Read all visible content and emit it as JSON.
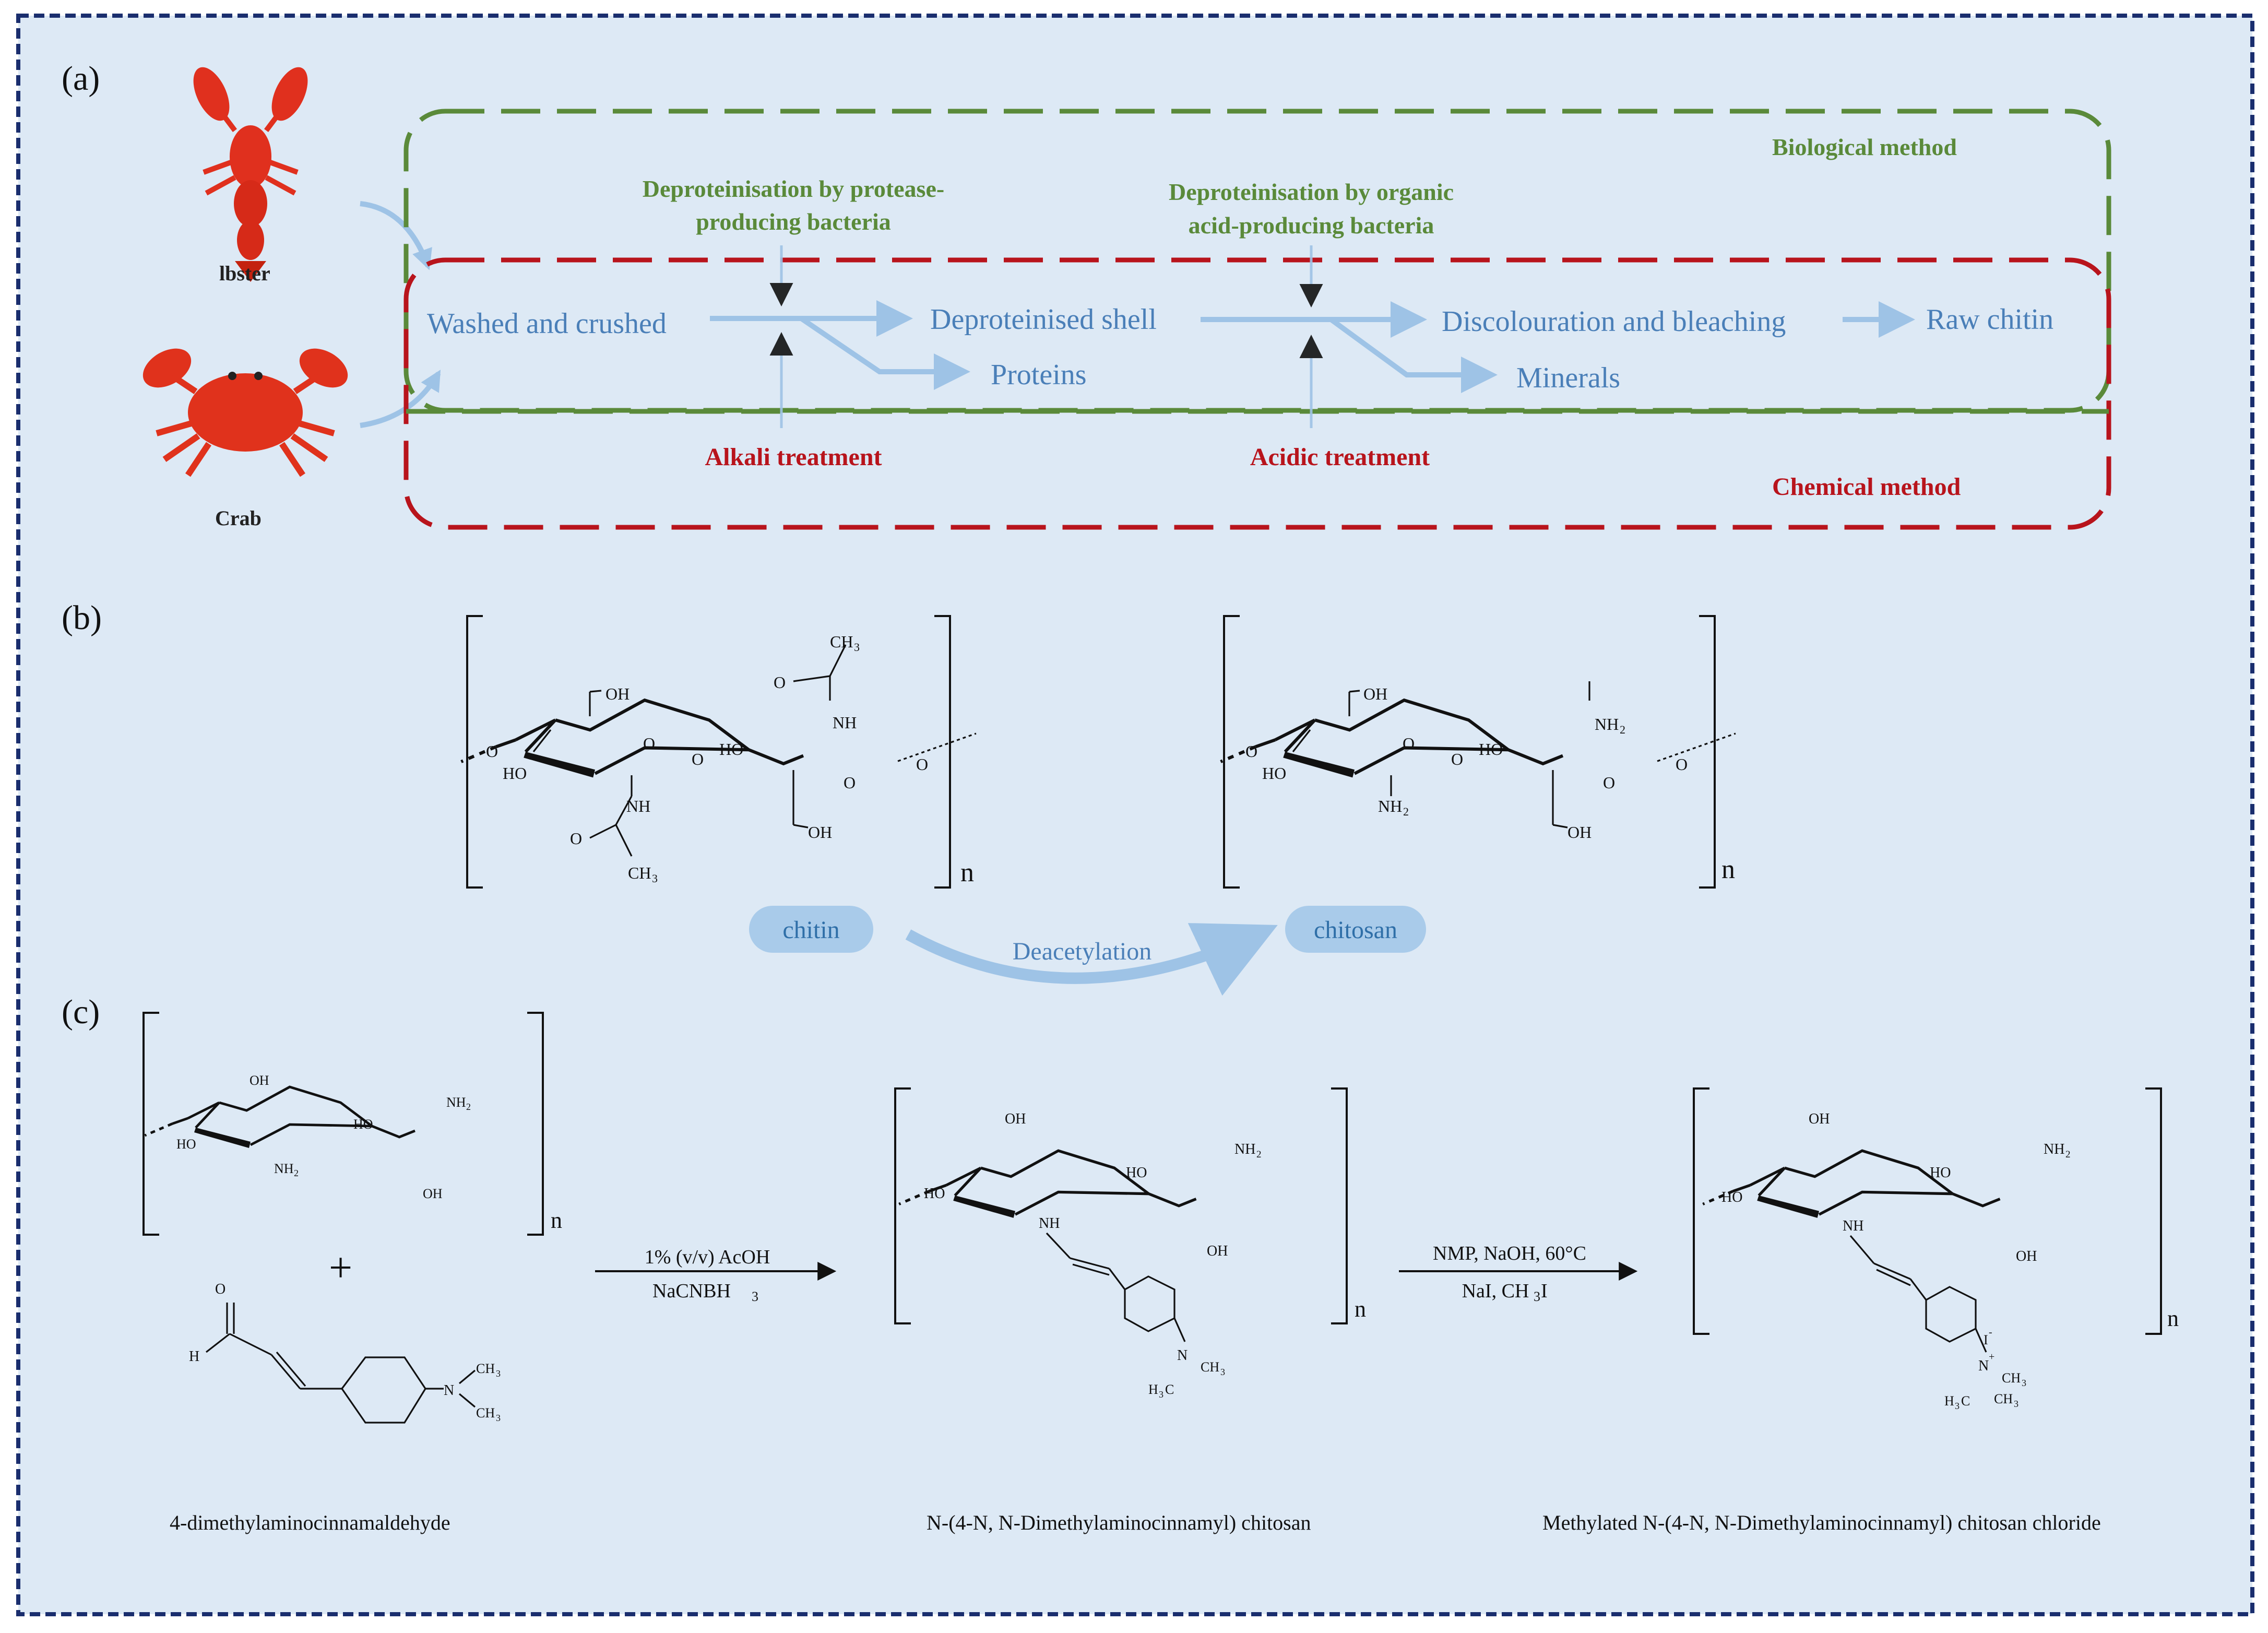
{
  "panel_labels": {
    "a": "(a)",
    "b": "(b)",
    "c": "(c)"
  },
  "animals": {
    "lobster": "lbster",
    "crab": "Crab"
  },
  "methods": {
    "biological": "Biological method",
    "chemical": "Chemical method"
  },
  "bio_steps": {
    "step1_line1": "Deproteinisation by protease-",
    "step1_line2": "producing bacteria",
    "step2_line1": "Deproteinisation by organic",
    "step2_line2": "acid-producing bacteria"
  },
  "chem_steps": {
    "alkali": "Alkali treatment",
    "acid": "Acidic treatment"
  },
  "flow": {
    "washed": "Washed and crushed",
    "deproteinised": "Deproteinised shell",
    "proteins": "Proteins",
    "discolouration": "Discolouration and bleaching",
    "minerals": "Minerals",
    "raw_chitin": "Raw chitin"
  },
  "structures_b": {
    "chitin": "chitin",
    "chitosan": "chitosan",
    "process": "Deacetylation"
  },
  "atoms": {
    "o": "O",
    "oh": "OH",
    "ho": "HO",
    "nh": "NH",
    "nh2": "NH",
    "h2sub": "2",
    "ch3": "CH",
    "three": "3",
    "h3c": "H",
    "n": "N",
    "h": "H",
    "nplus": "+",
    "i": "I",
    "iminus": "-",
    "repeat_n": "n",
    "c_h3c": "C"
  },
  "reaction_c": {
    "cond1_top": "1% (v/v) AcOH",
    "cond1_bottom": "NaCNBH",
    "cond2_top": "NMP, NaOH, 60°C",
    "cond2_bottom": "NaI, CH",
    "cond2_bottom_end": "I",
    "plus": "+"
  },
  "captions": {
    "reagent": "4-dimethylaminocinnamaldehyde",
    "product1": "N-(4-N, N-Dimethylaminocinnamyl) chitosan",
    "product2": "Methylated N-(4-N, N-Dimethylaminocinnamyl) chitosan chloride"
  },
  "colors": {
    "background": "#dde9f5",
    "frame": "#1a2e6e",
    "biological": "#5a8a3a",
    "chemical": "#b8141c",
    "flow_text": "#4a7fb8",
    "arrow": "#9ec3e6",
    "pill": "#a9cbea"
  }
}
